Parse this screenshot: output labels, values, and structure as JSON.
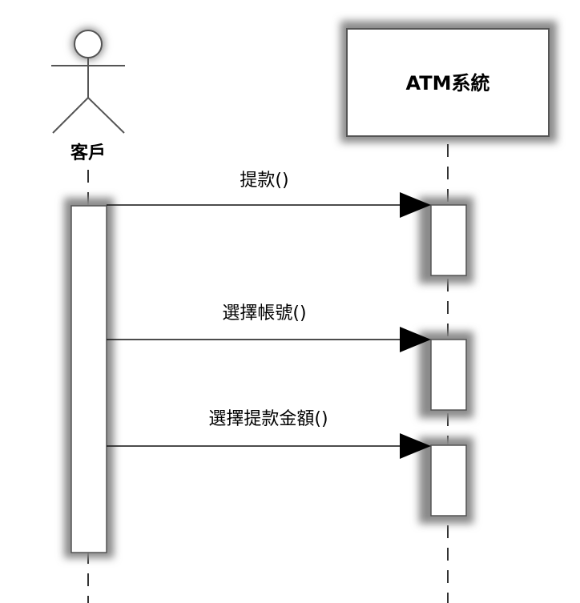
{
  "actor": {
    "name": "客戶"
  },
  "system": {
    "name": "ATM系統"
  },
  "messages": [
    {
      "label": "提款()"
    },
    {
      "label": "選擇帳號()"
    },
    {
      "label": "選擇提款金額()"
    }
  ]
}
